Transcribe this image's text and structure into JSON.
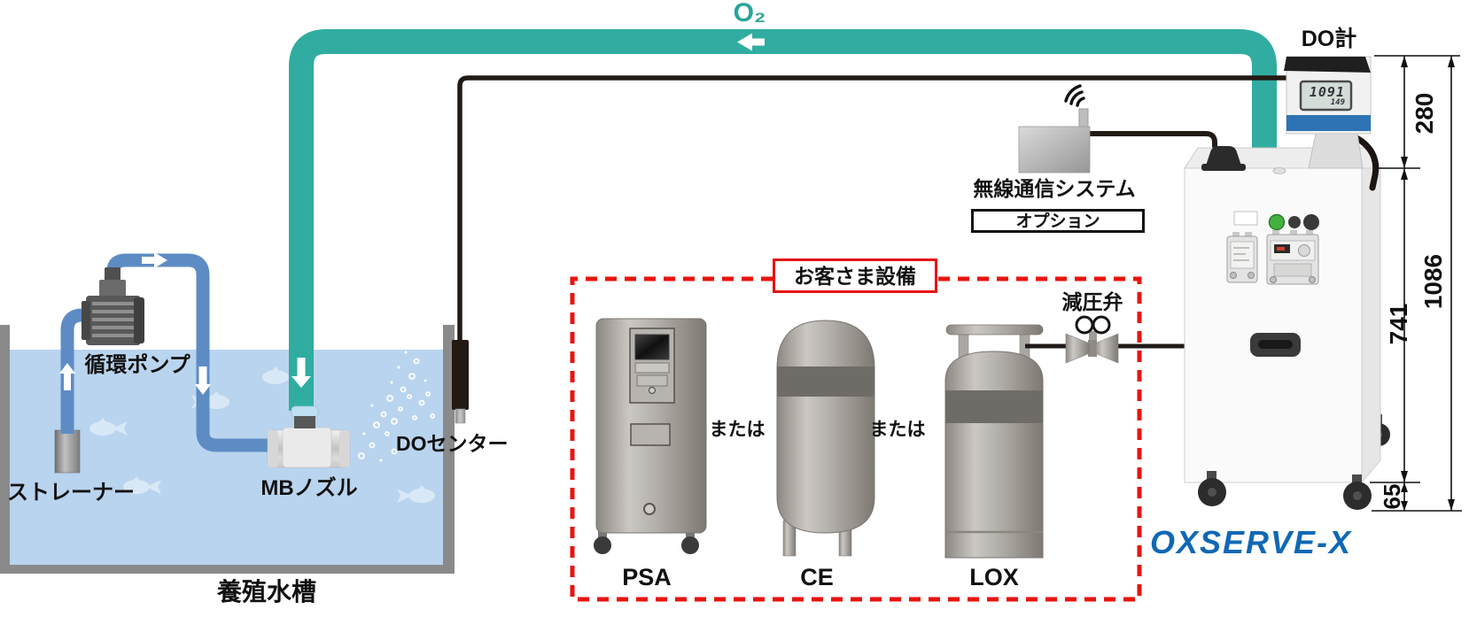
{
  "colors": {
    "o2_pipe": "#30ada0",
    "water_pipe": "#5d8cc4",
    "water": "#b9d4ee",
    "dashed_box_red": "#e8140f",
    "logo_blue": "#1068b4",
    "meter_band_blue": "#2e74b5"
  },
  "o2": {
    "label": "O₂"
  },
  "do_meter": {
    "label": "DO計",
    "lcd_main": "1091",
    "lcd_sub": "149"
  },
  "dimensions": {
    "meter_height": "280",
    "body_height": "741",
    "caster_height": "65",
    "total_height": "1086"
  },
  "wireless": {
    "label": "無線通信システム",
    "option_label": "オプション"
  },
  "customer_equipment": {
    "box_label": "お客さま設備",
    "or_label": "または",
    "items": [
      {
        "label": "PSA"
      },
      {
        "label": "CE"
      },
      {
        "label": "LOX"
      }
    ]
  },
  "valve": {
    "label": "減圧弁"
  },
  "product": {
    "logo": "OXSERVE-X"
  },
  "tank": {
    "label": "養殖水槽",
    "pump_label": "循環ポンプ",
    "strainer_label": "ストレーナー",
    "nozzle_label": "MBノズル",
    "sensor_label": "DOセンター"
  }
}
